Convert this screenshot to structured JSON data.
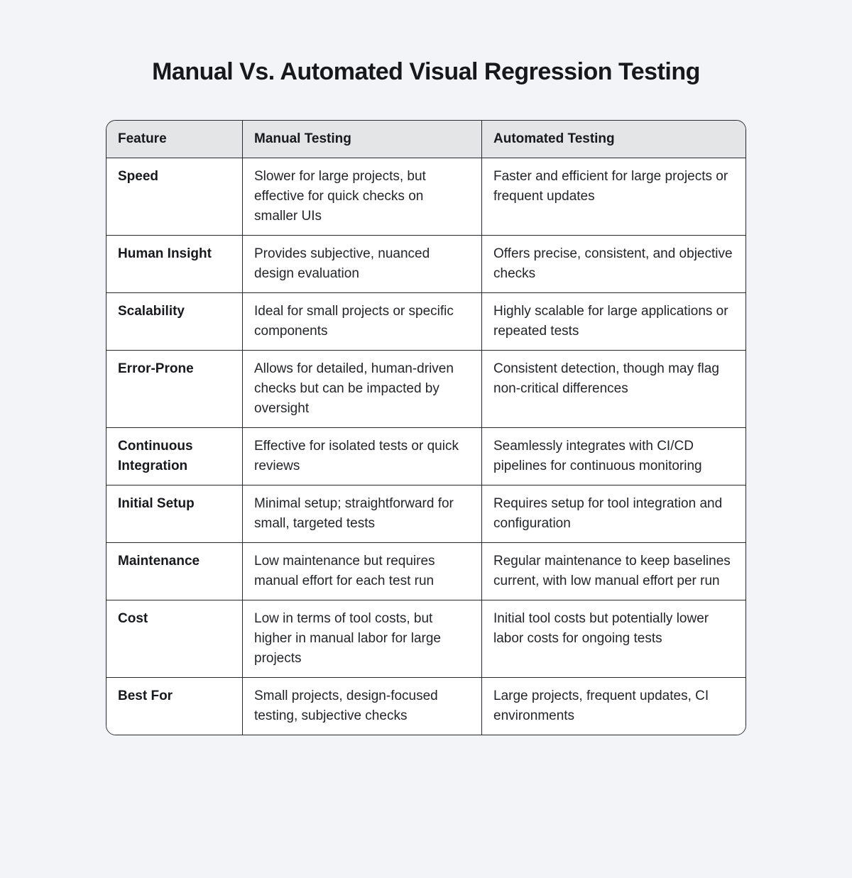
{
  "page": {
    "title": "Manual Vs. Automated Visual Regression Testing"
  },
  "colors": {
    "page_background": "#F2F4F7",
    "header_background": "#E3E5E7",
    "cell_background": "#FFFFFF",
    "border": "#26292D",
    "text": "#232528"
  },
  "chart_data": {
    "type": "table",
    "title": "Manual Vs. Automated Visual Regression Testing",
    "headers": [
      "Feature",
      "Manual Testing",
      "Automated Testing"
    ],
    "rows": [
      {
        "feature": "Speed",
        "manual": "Slower for large projects, but effective for quick checks on smaller UIs",
        "automated": "Faster and efficient for large projects or frequent updates"
      },
      {
        "feature": "Human Insight",
        "manual": "Provides subjective, nuanced design evaluation",
        "automated": "Offers precise, consistent, and objective checks"
      },
      {
        "feature": "Scalability",
        "manual": "Ideal for small projects or specific components",
        "automated": "Highly scalable for large applications or repeated tests"
      },
      {
        "feature": "Error-Prone",
        "manual": "Allows for detailed, human-driven checks but can be impacted by oversight",
        "automated": "Consistent detection, though may flag non-critical differences"
      },
      {
        "feature": "Continuous Integration",
        "manual": "Effective for isolated tests or quick reviews",
        "automated": "Seamlessly integrates with CI/CD pipelines for continuous monitoring"
      },
      {
        "feature": "Initial Setup",
        "manual": "Minimal setup; straightforward for small, targeted tests",
        "automated": "Requires setup for tool integration and configuration"
      },
      {
        "feature": "Maintenance",
        "manual": "Low maintenance but requires manual effort for each test run",
        "automated": "Regular maintenance to keep baselines current, with low manual effort per run"
      },
      {
        "feature": "Cost",
        "manual": "Low in terms of tool costs, but higher in manual labor for large projects",
        "automated": "Initial tool costs but potentially lower labor costs for ongoing tests"
      },
      {
        "feature": "Best For",
        "manual": "Small projects, design-focused testing, subjective checks",
        "automated": "Large projects, frequent updates, CI environments"
      }
    ]
  }
}
